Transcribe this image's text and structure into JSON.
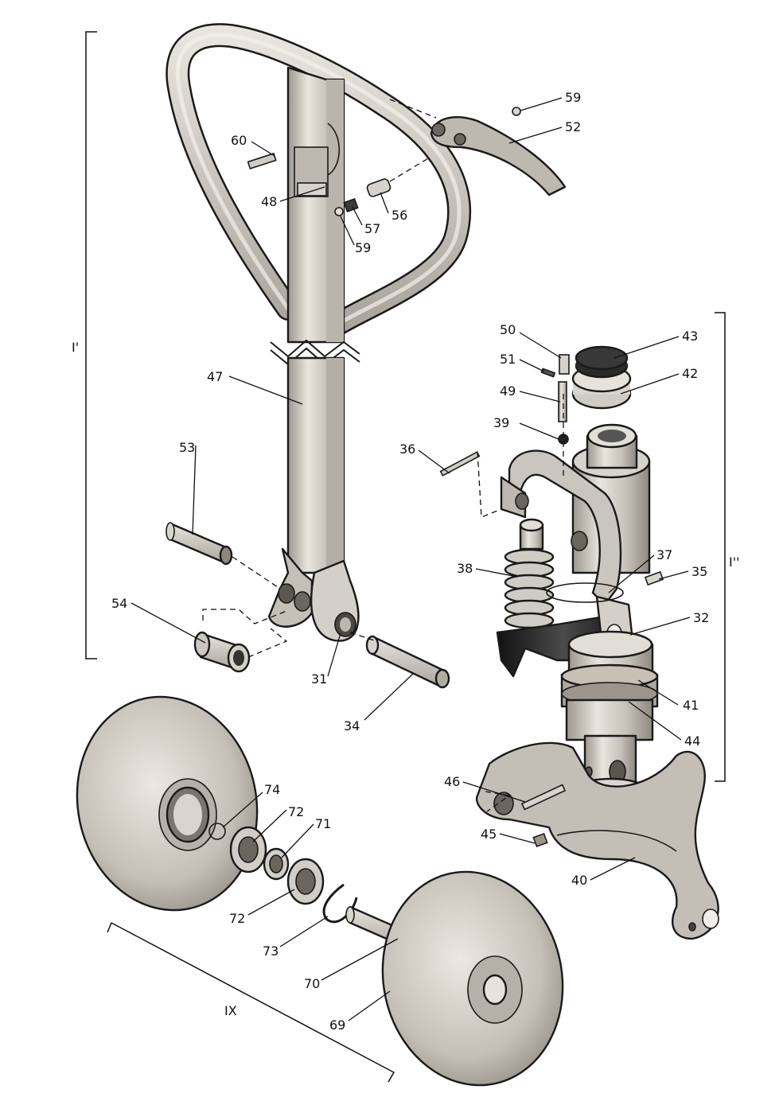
{
  "labels": {
    "l60": "60",
    "l48": "48",
    "l57": "57",
    "l59a": "59",
    "l56": "56",
    "l59b": "59",
    "l52": "52",
    "l47": "47",
    "l53": "53",
    "l54": "54",
    "l31": "31",
    "l34": "34",
    "l50": "50",
    "l43": "43",
    "l51": "51",
    "l42": "42",
    "l49": "49",
    "l39": "39",
    "l36": "36",
    "l38": "38",
    "l37": "37",
    "l35": "35",
    "l32": "32",
    "l41": "41",
    "l44": "44",
    "l46": "46",
    "l45": "45",
    "l40": "40",
    "l74": "74",
    "l72a": "72",
    "l71": "71",
    "l72b": "72",
    "l73": "73",
    "l70": "70",
    "l69": "69"
  },
  "groups": {
    "handle": "I'",
    "pump": "I''",
    "wheel": "IX"
  },
  "colors": {
    "metal": "#c9c6bf",
    "metal_light": "#e6e3dc",
    "metal_dark": "#8f8b83",
    "rubber": "#222222"
  }
}
